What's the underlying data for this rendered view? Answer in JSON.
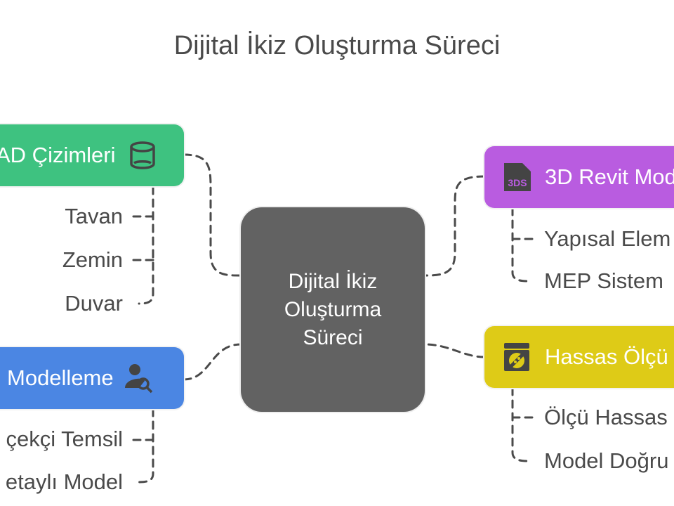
{
  "title": "Dijital İkiz Oluşturma Süreci",
  "center": {
    "lines": [
      "Dijital İkiz",
      "Oluşturma",
      "Süreci"
    ]
  },
  "branches": [
    {
      "id": "cad",
      "label": "AD Çizimleri",
      "icon": "database-icon",
      "color": "#3ec280",
      "leaves": [
        "Tavan",
        "Zemin",
        "Duvar"
      ]
    },
    {
      "id": "modelleme",
      "label": "Modelleme",
      "icon": "user-search-icon",
      "color": "#4b86e3",
      "leaves": [
        "çekçi Temsil",
        "etaylı Model"
      ]
    },
    {
      "id": "revit",
      "label": "3D Revit Mod",
      "icon": "3ds-file-icon",
      "icon_text": "3DS",
      "color": "#b95ce0",
      "leaves": [
        "Yapısal Elem",
        "MEP Sistem"
      ]
    },
    {
      "id": "olcu",
      "label": "Hassas Ölçü",
      "icon": "measuring-device-icon",
      "color": "#decb17",
      "leaves": [
        "Ölçü Hassas",
        "Model Doğru"
      ]
    }
  ]
}
